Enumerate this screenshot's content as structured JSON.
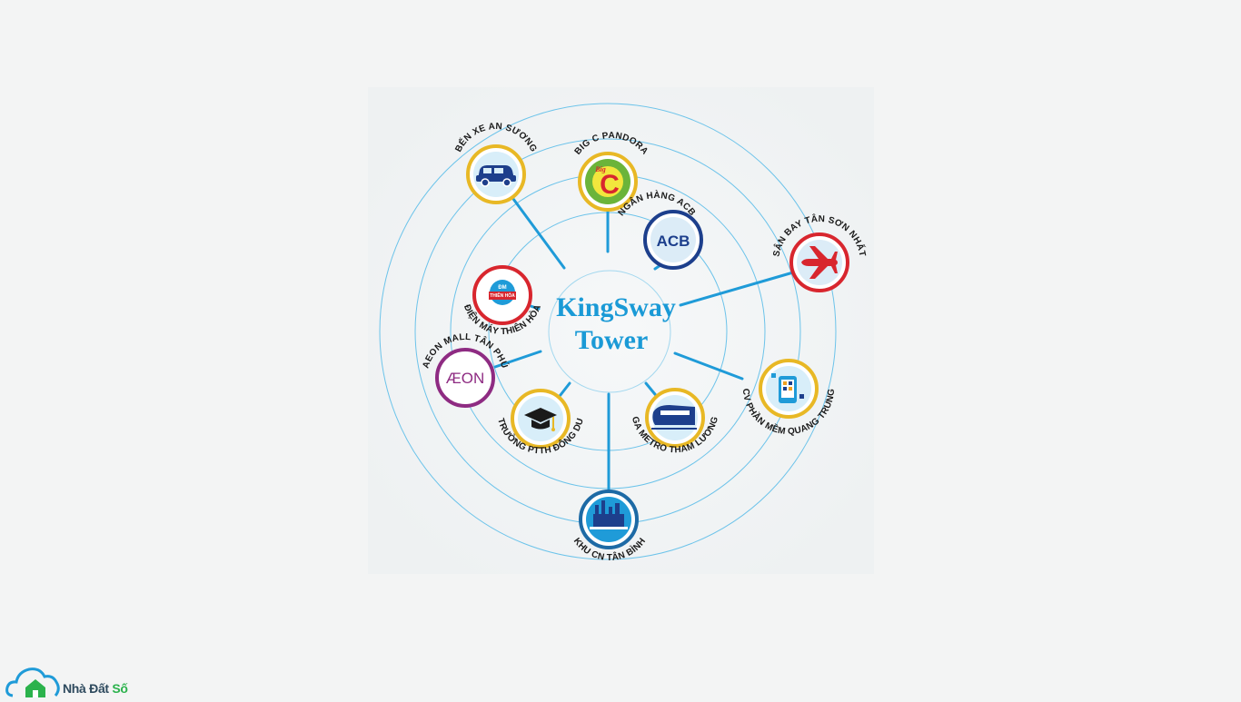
{
  "diagram": {
    "center_title": [
      "KingSway",
      "Tower"
    ],
    "locations": [
      {
        "id": "ben-xe-an-suong",
        "label": "BẾN XE AN SƯƠNG",
        "icon": "car-icon",
        "ring": "#e8b825"
      },
      {
        "id": "big-c-pandora",
        "label": "BIG C PANDORA",
        "icon": "big-c-logo-icon",
        "ring": "#e8b825"
      },
      {
        "id": "ngan-hang-acb",
        "label": "NGÂN HÀNG ACB",
        "icon": "acb-logo-icon",
        "ring": "#1d3f8c"
      },
      {
        "id": "san-bay-tan-son-nhat",
        "label": "SÂN BAY TÂN SƠN NHẤT",
        "icon": "airplane-icon",
        "ring": "#d8262e"
      },
      {
        "id": "dien-may-thien-hoa",
        "label": "ĐIỆN MÁY THIÊN HÒA",
        "icon": "thien-hoa-logo-icon",
        "ring": "#d8262e"
      },
      {
        "id": "aeon-mall-tan-phu",
        "label": "AEON MALL TÂN PHÚ",
        "icon": "aeon-logo-icon",
        "ring": "#8e2b82"
      },
      {
        "id": "cv-phan-mem-quang-trung",
        "label": "CV PHẦN MỀM QUANG TRUNG",
        "icon": "smartphone-icon",
        "ring": "#e8b825"
      },
      {
        "id": "truong-ptth-dong-du",
        "label": "TRƯỜNG PTTH ĐÔNG DU",
        "icon": "graduation-cap-icon",
        "ring": "#e8b825"
      },
      {
        "id": "ga-metro-tham-luong",
        "label": "GA METRO THAM LƯƠNG",
        "icon": "metro-train-icon",
        "ring": "#e8b825"
      },
      {
        "id": "khu-cn-tan-binh",
        "label": "KHU CN TÂN BÌNH",
        "icon": "factory-icon",
        "ring": "#1d6aa5"
      }
    ],
    "logo_texts": {
      "big_c_small": "Big",
      "big_c": "C",
      "acb": "ACB",
      "aeon": "ÆON",
      "thien_hoa_top": "ĐM",
      "thien_hoa": "THIÊN HÒA"
    }
  },
  "watermark": {
    "part1": "Nhà Đất ",
    "part2": "Số"
  },
  "colors": {
    "accent": "#1a9ad6",
    "ring_line": "#5bbbe6",
    "watermark_green": "#2bb24c",
    "watermark_dark": "#2e4a5e"
  }
}
